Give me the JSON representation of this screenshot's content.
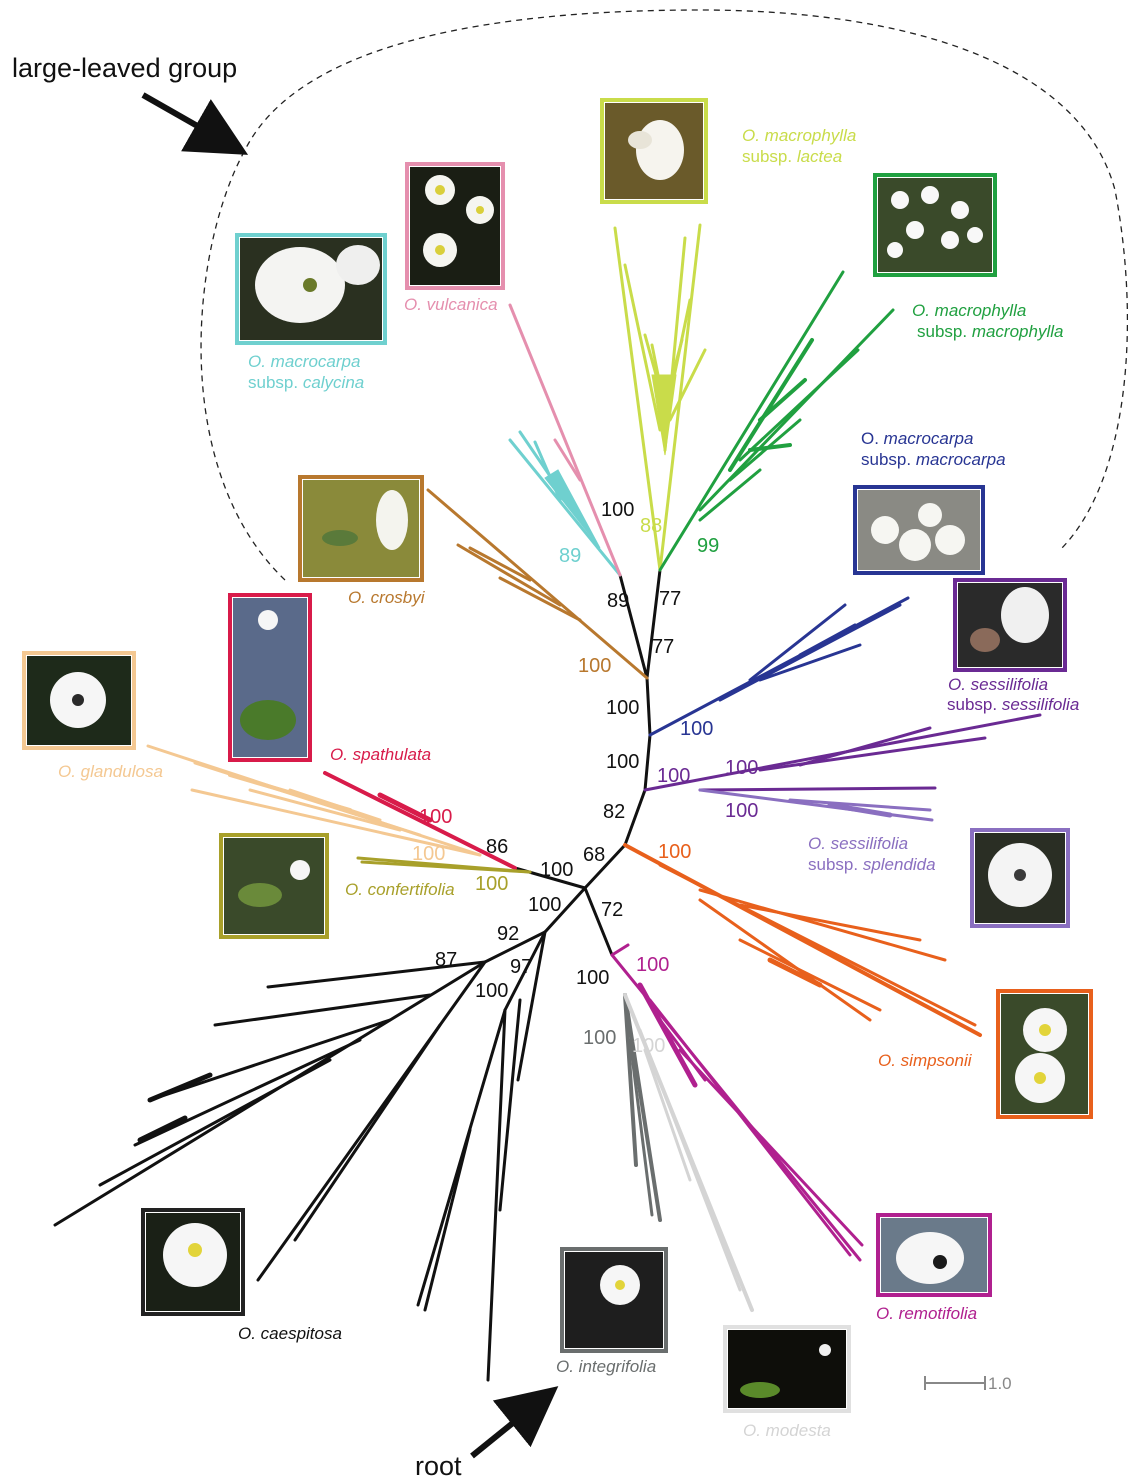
{
  "annotations": {
    "group_label": "large-leaved group",
    "root_label": "root"
  },
  "scale_bar": {
    "label": "1.0"
  },
  "colors": {
    "backbone": "#111111",
    "vulcanica": "#e58fae",
    "macrocarpa_calycina": "#6fd0cf",
    "macrophylla_lactea": "#c9dc4a",
    "macrophylla_macrophylla": "#20a040",
    "macrocarpa_macrocarpa": "#283593",
    "crosbyi": "#b8782e",
    "sessilifolia_sessilifolia": "#6a2a93",
    "sessilifolia_splendida": "#8a6fc0",
    "spathulata": "#d81b4a",
    "glandulosa": "#f4c892",
    "confertifolia": "#a8a02a",
    "simpsonii": "#e8601c",
    "remotifolia": "#b0208f",
    "integrifolia": "#6a6e6e",
    "modesta": "#d4d4d4",
    "caespitosa": "#111111"
  },
  "taxa": {
    "macrophylla_lactea": {
      "line1": "O. macrophylla",
      "line2_prefix": "subsp. ",
      "line2_italic": "lactea"
    },
    "macrophylla_macrophylla": {
      "line1": "O. macrophylla",
      "line2_prefix": "subsp. ",
      "line2_italic": "macrophylla"
    },
    "vulcanica": {
      "line1": "O. vulcanica"
    },
    "macrocarpa_calycina": {
      "line1": "O. macrocarpa",
      "line2_prefix": "subsp. ",
      "line2_italic": "calycina"
    },
    "macrocarpa_macrocarpa": {
      "line1_prefix": "O. ",
      "line1_italic": "macrocarpa",
      "line2_prefix": "subsp. ",
      "line2_italic": "macrocarpa"
    },
    "crosbyi": {
      "line1": "O. crosbyi"
    },
    "sessilifolia_sessilifolia": {
      "line1": "O. sessilifolia",
      "line2_prefix": "subsp. ",
      "line2_italic": "sessilifolia"
    },
    "sessilifolia_splendida": {
      "line1": "O. sessilifolia",
      "line2_prefix": "subsp. ",
      "line2_italic": "splendida"
    },
    "spathulata": {
      "line1": "O. spathulata"
    },
    "glandulosa": {
      "line1": "O. glandulosa"
    },
    "confertifolia": {
      "line1": "O. confertifolia"
    },
    "simpsonii": {
      "line1": "O. simpsonii"
    },
    "remotifolia": {
      "line1": "O. remotifolia"
    },
    "caespitosa": {
      "line1": "O. caespitosa"
    },
    "integrifolia": {
      "line1": "O. integrifolia"
    },
    "modesta": {
      "line1": "O. modesta"
    }
  },
  "support_values": {
    "s100_top": "100",
    "s88": "88",
    "s99": "99",
    "s89_cyan": "89",
    "s89_black": "89",
    "s77_a": "77",
    "s77_b": "77",
    "s100_crosbyi": "100",
    "s100_mac": "100",
    "s100_back1": "100",
    "s100_back2": "100",
    "s100_ses_a": "100",
    "s100_ses_b": "100",
    "s100_ses_c": "100",
    "s82": "82",
    "s68": "68",
    "s100_simp": "100",
    "s100_spath": "100",
    "s86": "86",
    "s100_gland": "100",
    "s100_center": "100",
    "s100_conf": "100",
    "s100_low": "100",
    "s72": "72",
    "s92": "92",
    "s87": "87",
    "s97": "97",
    "s100_cae": "100",
    "s100_remo": "100",
    "s100_blk": "100",
    "s100_int": "100",
    "s100_mod": "100"
  }
}
